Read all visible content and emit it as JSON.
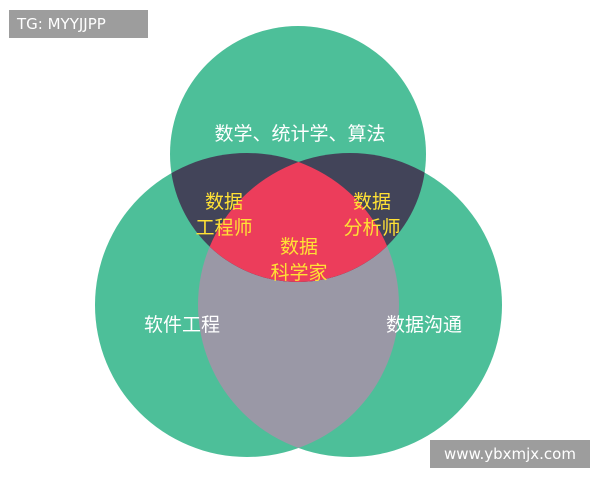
{
  "watermark_top_left": "TG: MYYJJPP",
  "watermark_bottom_right": "www.ybxmjx.com",
  "colors": {
    "circle_green": "#4dbf99",
    "pair_overlap_dark": "#424459",
    "bottom_overlap_gray": "#9a98a6",
    "center_red": "#ec3d5b",
    "label_white": "#ffffff",
    "label_yellow": "#ffe135",
    "tag_gray": "#9d9d9d"
  },
  "circles": {
    "top": {
      "label": "数学、统计学、算法"
    },
    "left": {
      "label": "软件工程"
    },
    "right": {
      "label": "数据沟通"
    }
  },
  "intersections": {
    "top_left": {
      "line1": "数据",
      "line2": "工程师"
    },
    "top_right": {
      "line1": "数据",
      "line2": "分析师"
    },
    "center": {
      "line1": "数据",
      "line2": "科学家"
    }
  }
}
